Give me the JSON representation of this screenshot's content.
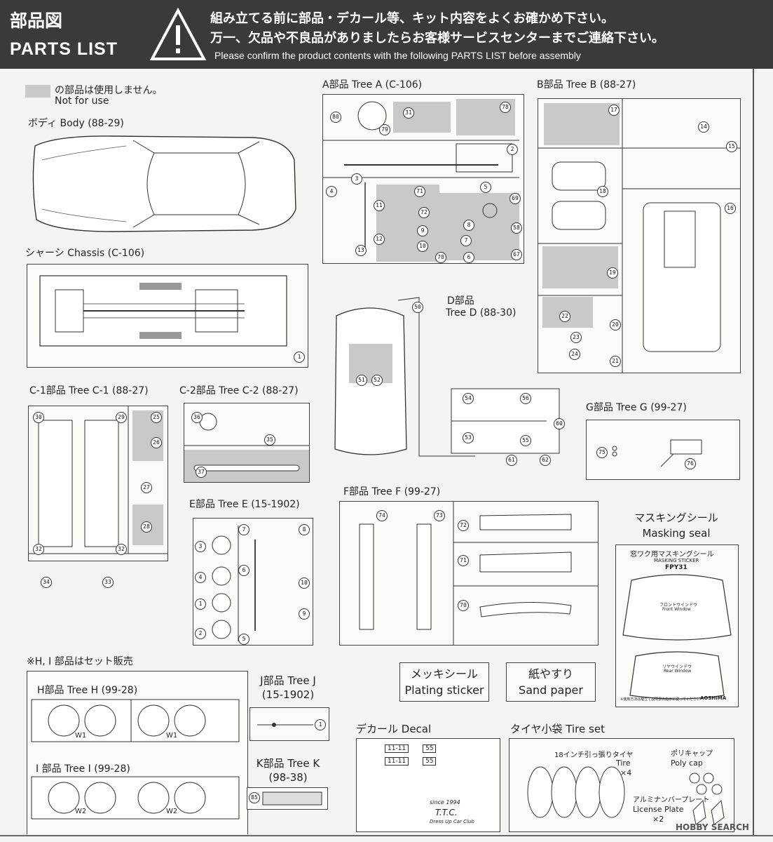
{
  "header": {
    "title_jp": "部品図",
    "title_en": "PARTS LIST",
    "warning_jp_1": "組み立てる前に部品・デカール等、キット内容をよくお確かめ下さい。",
    "warning_jp_2": "万一、欠品や不良品がありましたらお客様サービスセンターまでご連絡下さい。",
    "warning_en": "Please confirm the product contents with the following PARTS LIST before assembly"
  },
  "legend": {
    "jp": "の部品は使用しません。",
    "en": "Not for use"
  },
  "sections": {
    "body": "ボディ Body (88-29)",
    "chassis": "シャーシ Chassis (C-106)",
    "tree_a": "A部品 Tree A (C-106)",
    "tree_b": "B部品 Tree B (88-27)",
    "tree_c1": "C-1部品 Tree C-1 (88-27)",
    "tree_c2": "C-2部品 Tree C-2 (88-27)",
    "tree_d_1": "D部品",
    "tree_d_2": "Tree D (88-30)",
    "tree_e": "E部品 Tree E (15-1902)",
    "tree_f": "F部品 Tree F (99-27)",
    "tree_g": "G部品 Tree G (99-27)",
    "masking_jp": "マスキングシール",
    "masking_en": "Masking seal",
    "set_note": "※H, I 部品はセット販売",
    "tree_h": "H部品 Tree H (99-28)",
    "tree_i": "I 部品 Tree I (99-28)",
    "tree_j_1": "J部品 Tree J",
    "tree_j_2": "(15-1902)",
    "tree_k_1": "K部品 Tree K",
    "tree_k_2": "(98-38)",
    "plating_jp": "メッキシール",
    "plating_en": "Plating sticker",
    "sand_jp": "紙やすり",
    "sand_en": "Sand paper",
    "decal": "デカール Decal",
    "tire_set": "タイヤ小袋 Tire set"
  },
  "masking_sticker": {
    "title_jp": "窓ワク用マスキングシール",
    "title_en": "MASKING STICKER",
    "code": "FPY31",
    "front_jp": "フロントウインドウ",
    "front_en": "Front Window",
    "rear_jp": "リヤウインドウ",
    "rear_en": "Rear Window",
    "note": "※使用方法は組立て説明書の指示に従ってください",
    "brand": "AOSHIMA"
  },
  "tire_set": {
    "tire_jp": "18インチ引っ張りタイヤ",
    "tire_en": "Tire",
    "tire_qty": "×4",
    "polycap_jp": "ポリキャップ",
    "polycap_en": "Poly cap",
    "plate_jp": "アルミナンバープレート",
    "plate_en": "License Plate",
    "plate_qty": "×2"
  },
  "decal_sheet": {
    "plate": "11-11",
    "plate_small": "55",
    "club": "T.T.C.",
    "club_sub": "Dress Up Car Club",
    "since": "since 1994"
  },
  "wheel_labels": {
    "w1": "W1",
    "w2": "W2"
  },
  "watermark": "HOBBY SEARCH",
  "parts": {
    "a": [
      "80",
      "79",
      "31",
      "78",
      "2",
      "3",
      "4",
      "71",
      "11",
      "72",
      "5",
      "69",
      "12",
      "9",
      "8",
      "58",
      "13",
      "10",
      "70",
      "6",
      "67",
      "7"
    ],
    "b": [
      "17",
      "14",
      "15",
      "18",
      "16",
      "19",
      "22",
      "20",
      "23",
      "24",
      "21"
    ],
    "c1": [
      "30",
      "29",
      "25",
      "26",
      "27",
      "28",
      "32",
      "32",
      "34",
      "33"
    ],
    "c2": [
      "36",
      "35",
      "37"
    ],
    "d": [
      "50",
      "51",
      "52",
      "54",
      "56",
      "60",
      "53",
      "55",
      "61",
      "62"
    ],
    "e": [
      "7",
      "8",
      "3",
      "6",
      "10",
      "4",
      "1",
      "9",
      "2",
      "5"
    ],
    "f": [
      "74",
      "73",
      "72",
      "71",
      "70"
    ],
    "g": [
      "75",
      "76"
    ],
    "j": [
      "1"
    ],
    "k": [
      "85"
    ],
    "chassis": [
      "1"
    ]
  },
  "colors": {
    "header_bg": "#3a3a3a",
    "not_used": "#c9c9c7"
  }
}
